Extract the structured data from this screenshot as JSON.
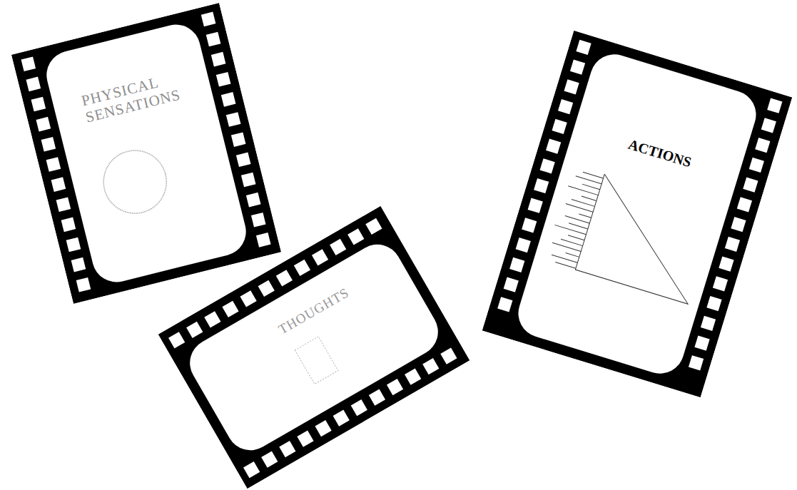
{
  "diagram": {
    "nodes": [
      {
        "text": [
          "PHYSICAL SENSATIONS"
        ]
      },
      {
        "text": [
          "THOUGHTS"
        ]
      },
      {
        "text": [
          "ACTIONS"
        ]
      }
    ]
  }
}
